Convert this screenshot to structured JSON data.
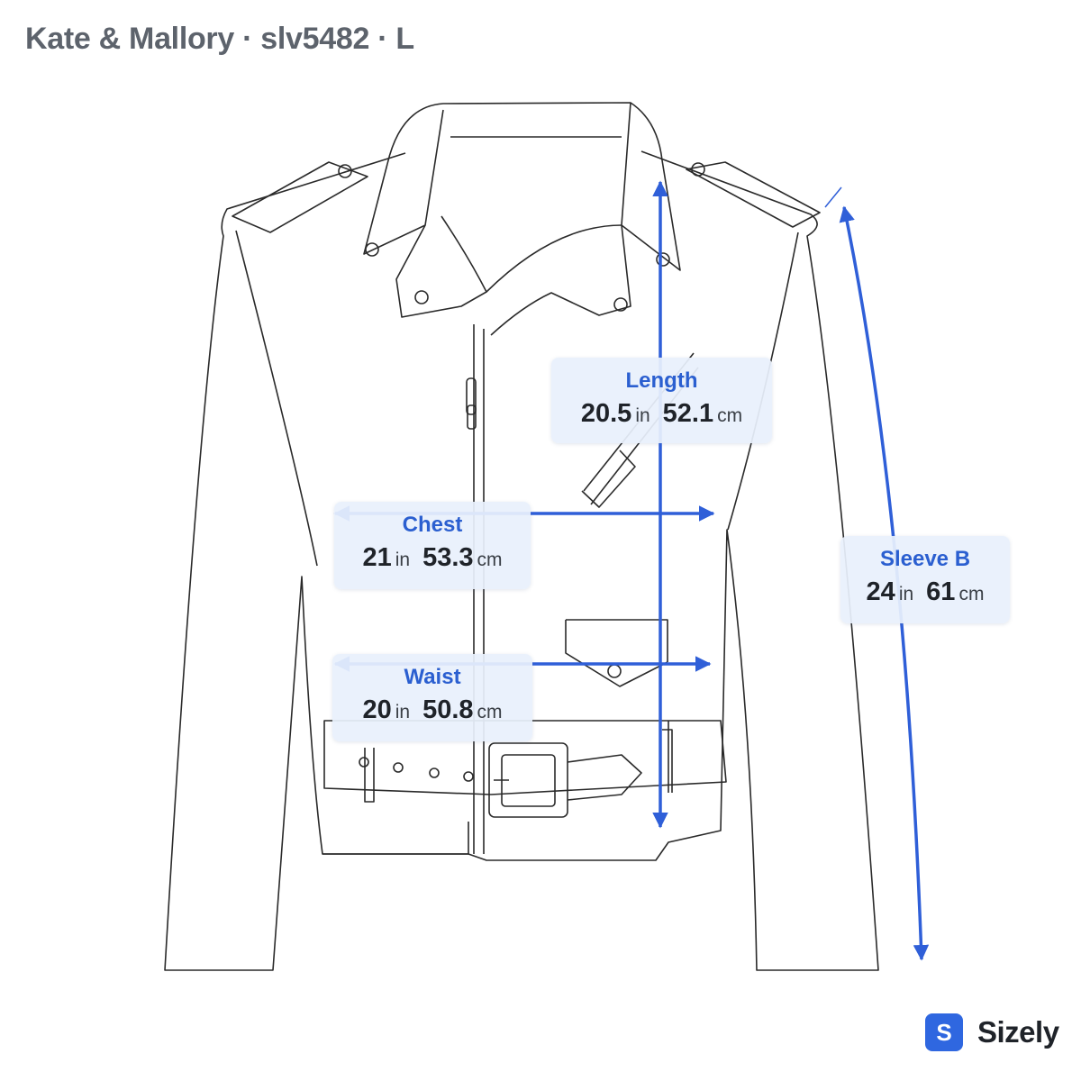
{
  "header": {
    "title": "Kate & Mallory · slv5482 · L"
  },
  "measurements": {
    "length": {
      "label": "Length",
      "in": "20.5",
      "cm": "52.1"
    },
    "chest": {
      "label": "Chest",
      "in": "21",
      "cm": "53.3"
    },
    "waist": {
      "label": "Waist",
      "in": "20",
      "cm": "50.8"
    },
    "sleeve": {
      "label": "Sleeve B",
      "in": "24",
      "cm": "61"
    }
  },
  "units": {
    "in": "in",
    "cm": "cm"
  },
  "brand": {
    "icon_letter": "S",
    "name": "Sizely"
  },
  "colors": {
    "accent": "#2b5fd0",
    "arrow": "#2f5fd8",
    "outline": "#2a2a2a",
    "card_bg": "#e8f0fc"
  },
  "icons": {
    "brand": "sizely-logo-icon"
  }
}
